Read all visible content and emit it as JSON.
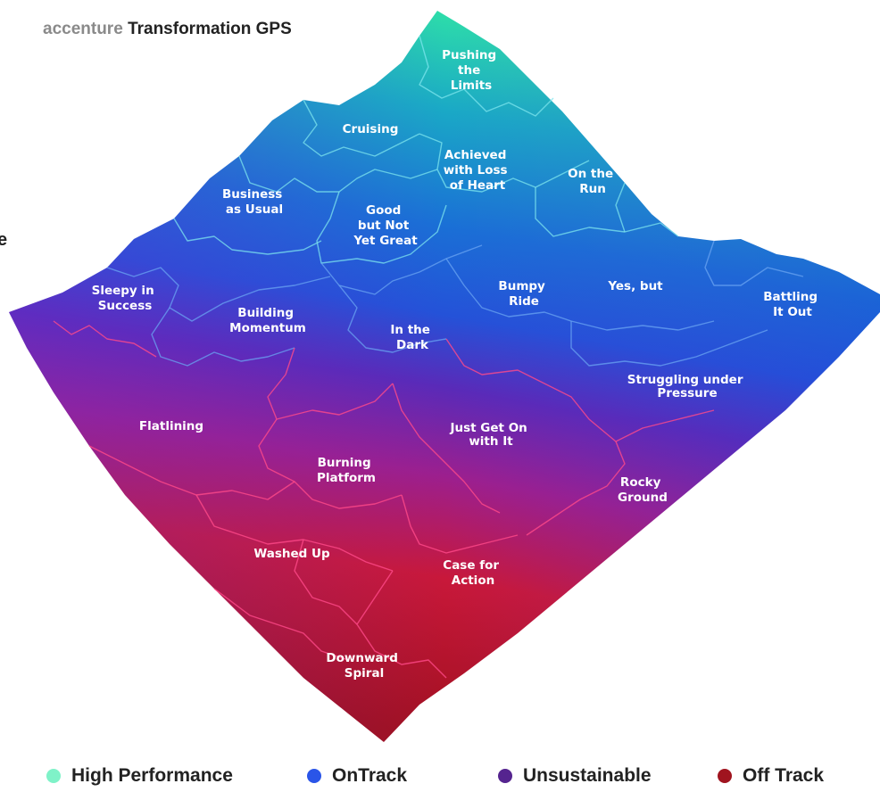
{
  "header": {
    "brand": "accenture",
    "title": "Transformation GPS"
  },
  "edge_glyph": "e",
  "regions": [
    {
      "key": "pushing",
      "lines": [
        "Pushing",
        "the",
        "Limits"
      ]
    },
    {
      "key": "cruising",
      "lines": [
        "Cruising"
      ]
    },
    {
      "key": "achieved",
      "lines": [
        "Achieved",
        "with Loss",
        "of Heart"
      ]
    },
    {
      "key": "on_the_run",
      "lines": [
        "On the",
        "Run"
      ]
    },
    {
      "key": "business_as_usual",
      "lines": [
        "Business",
        "as Usual"
      ]
    },
    {
      "key": "good_not_great",
      "lines": [
        "Good",
        "but Not",
        "Yet Great"
      ]
    },
    {
      "key": "sleepy",
      "lines": [
        "Sleepy in",
        "Success"
      ]
    },
    {
      "key": "building",
      "lines": [
        "Building",
        "Momentum"
      ]
    },
    {
      "key": "bumpy",
      "lines": [
        "Bumpy",
        "Ride"
      ]
    },
    {
      "key": "yes_but",
      "lines": [
        "Yes, but"
      ]
    },
    {
      "key": "battling",
      "lines": [
        "Battling",
        "It Out"
      ]
    },
    {
      "key": "in_the_dark",
      "lines": [
        "In the",
        "Dark"
      ]
    },
    {
      "key": "struggling",
      "lines": [
        "Struggling under",
        "Pressure"
      ]
    },
    {
      "key": "flatlining",
      "lines": [
        "Flatlining"
      ]
    },
    {
      "key": "just_get_on",
      "lines": [
        "Just Get On",
        "with It"
      ]
    },
    {
      "key": "burning",
      "lines": [
        "Burning",
        "Platform"
      ]
    },
    {
      "key": "rocky",
      "lines": [
        "Rocky",
        "Ground"
      ]
    },
    {
      "key": "washed_up",
      "lines": [
        "Washed Up"
      ]
    },
    {
      "key": "case_for_action",
      "lines": [
        "Case for",
        "Action"
      ]
    },
    {
      "key": "downward",
      "lines": [
        "Downward",
        "Spiral"
      ]
    }
  ],
  "legend": [
    {
      "label": "High Performance",
      "color": "#7ff2c8"
    },
    {
      "label": "OnTrack",
      "color": "#2a55e8"
    },
    {
      "label": "Unsustainable",
      "color": "#55248f"
    },
    {
      "label": "Off Track",
      "color": "#a0141f"
    }
  ],
  "colors": {
    "high_performance": "#2ee0a8",
    "on_track": "#1a6fd6",
    "unsustainable": "#5a2ab8",
    "off_track": "#c8183a"
  }
}
